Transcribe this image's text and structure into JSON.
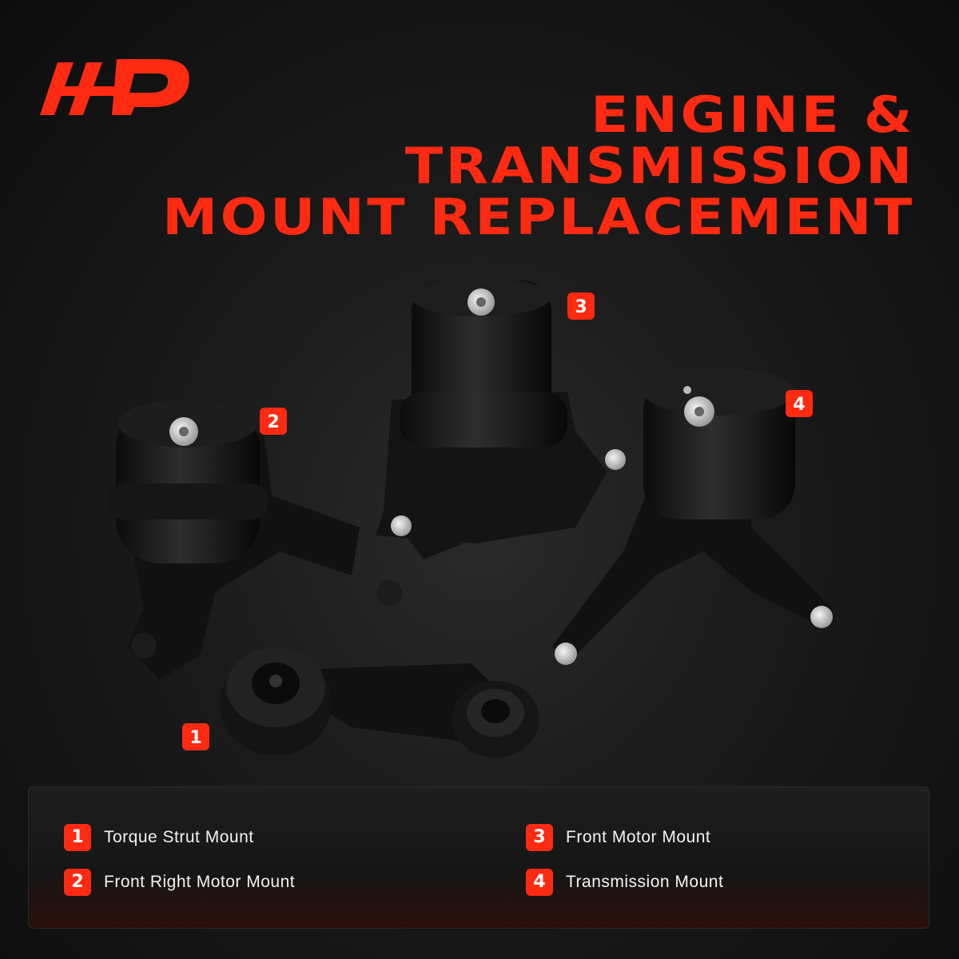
{
  "brand": {
    "accent_color": "#ff2a12",
    "logo_name": "brand-logo"
  },
  "headline": {
    "line1": "ENGINE &",
    "line2": "TRANSMISSION",
    "line3": "MOUNT REPLACEMENT"
  },
  "product_badges": [
    "1",
    "2",
    "3",
    "4"
  ],
  "legend": {
    "items": [
      {
        "number": "1",
        "label": "Torque Strut Mount"
      },
      {
        "number": "2",
        "label": "Front Right Motor Mount"
      },
      {
        "number": "3",
        "label": "Front Motor Mount"
      },
      {
        "number": "4",
        "label": "Transmission Mount"
      }
    ]
  }
}
